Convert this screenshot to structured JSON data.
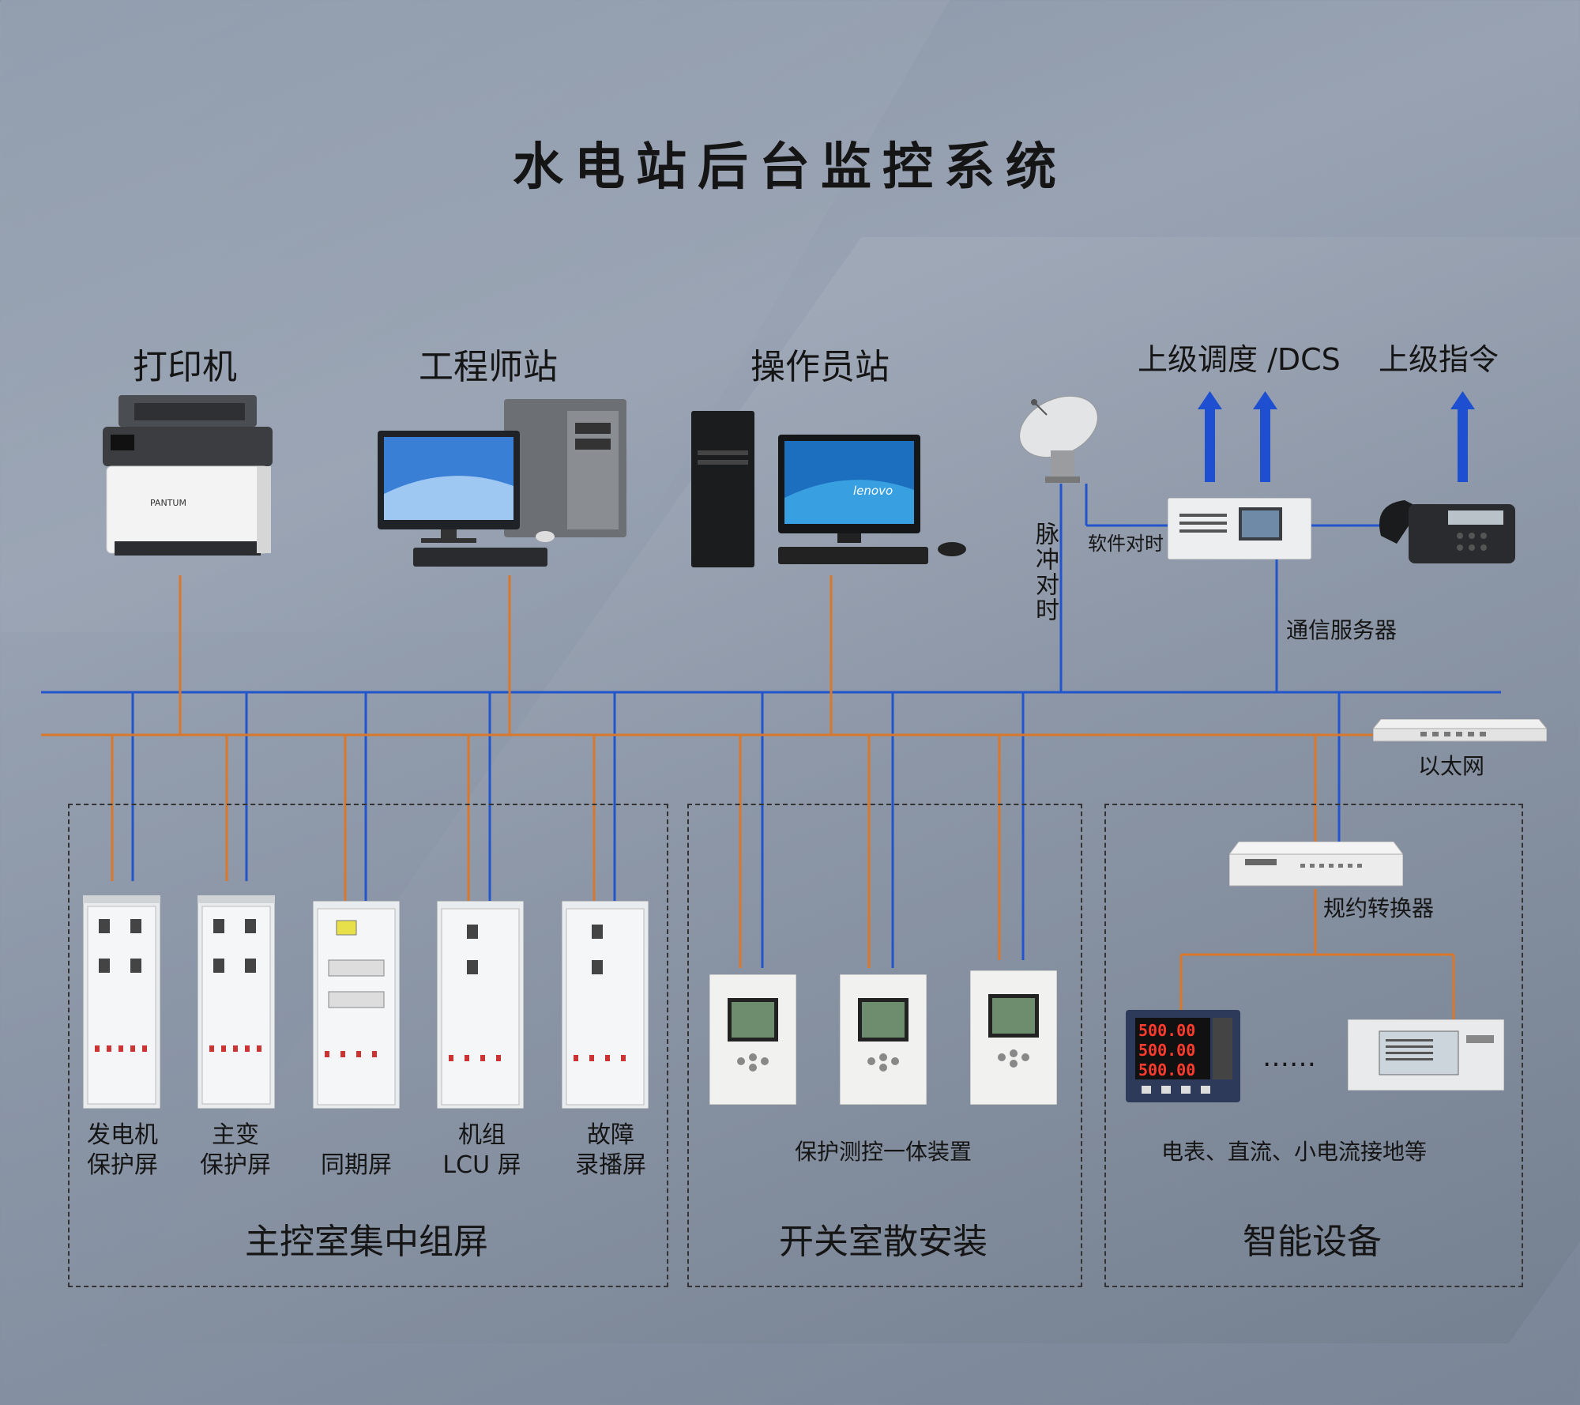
{
  "title": "水电站后台监控系统",
  "workstations": {
    "printer": "打印机",
    "engineer": "工程师站",
    "operator": "操作员站"
  },
  "upstream": {
    "dispatch": "上级调度 /DCS",
    "command": "上级指令"
  },
  "labels": {
    "pulse_sync": "脉冲对时",
    "soft_sync": "软件对时",
    "comm_server": "通信服务器",
    "ethernet": "以太网",
    "protocol_converter": "规约转换器",
    "ellipsis": "……",
    "printer_brand": "PANTUM",
    "pc_brand": "lenovo"
  },
  "cabinets": [
    {
      "line1": "发电机",
      "line2": "保护屏"
    },
    {
      "line1": "主变",
      "line2": "保护屏"
    },
    {
      "line1": "",
      "line2": "同期屏"
    },
    {
      "line1": "机组",
      "line2": "LCU 屏"
    },
    {
      "line1": "故障",
      "line2": "录播屏"
    }
  ],
  "groups": {
    "main_control": "主控室集中组屏",
    "switch_room": "开关室散安装",
    "intelligent": "智能设备"
  },
  "captions": {
    "protection_unit": "保护测控一体装置",
    "meters": "电表、直流、小电流接地等"
  },
  "meter_readings": [
    "500.00",
    "500.00",
    "500.00"
  ],
  "colors": {
    "blue_bus": "#2255cc",
    "orange_bus": "#d9772b",
    "arrow": "#1e4fd0"
  }
}
